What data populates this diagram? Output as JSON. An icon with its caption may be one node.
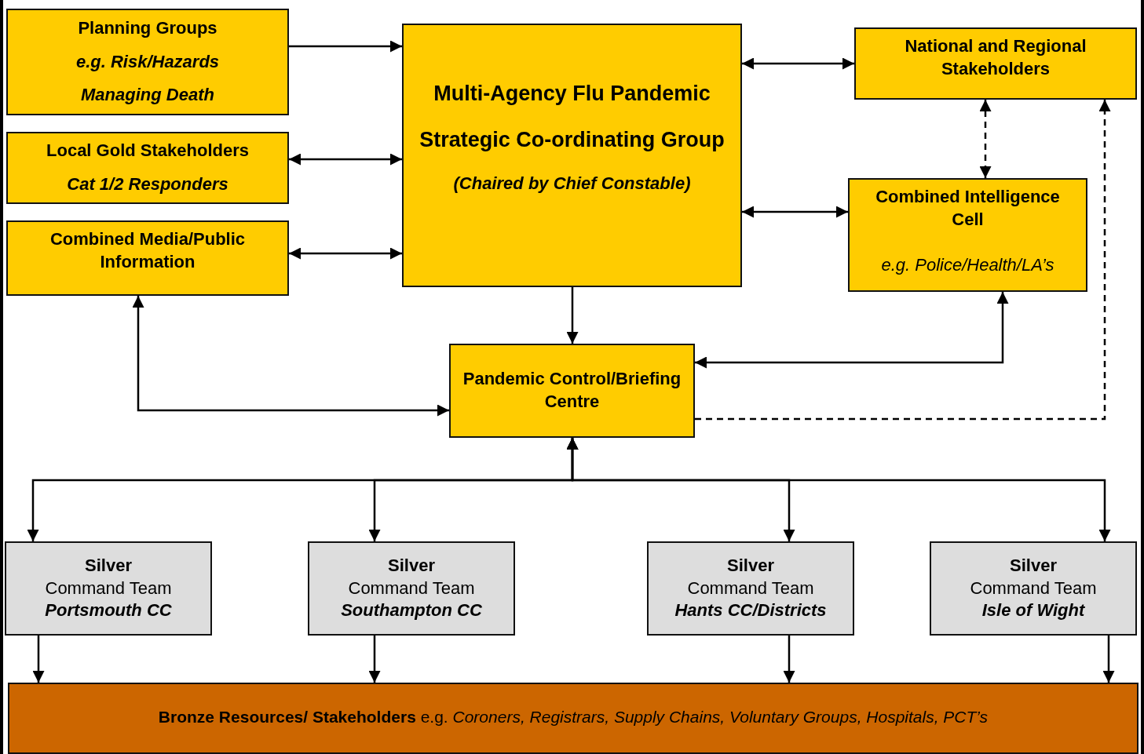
{
  "diagram": {
    "nodes": [
      {
        "text": [
          "Planning Groups",
          "e.g. Risk/Hazards",
          "Managing Death"
        ]
      },
      {
        "text": [
          "Local Gold Stakeholders",
          "Cat 1/2 Responders"
        ]
      },
      {
        "text": [
          "Combined Media/Public Information"
        ]
      },
      {
        "text": [
          "Multi-Agency Flu Pandemic",
          "Strategic Co-ordinating Group",
          "(Chaired by Chief Constable)"
        ]
      },
      {
        "text": [
          "National and Regional Stakeholders"
        ]
      },
      {
        "text": [
          "Combined Intelligence Cell",
          "e.g. Police/Health/LA’s"
        ]
      },
      {
        "text": [
          "Pandemic Control/Briefing Centre"
        ]
      },
      {
        "text": [
          "Silver",
          "Command Team",
          "Portsmouth CC"
        ]
      },
      {
        "text": [
          "Silver",
          "Command Team",
          "Southampton CC"
        ]
      },
      {
        "text": [
          "Silver",
          "Command Team",
          "Hants CC/Districts"
        ]
      },
      {
        "text": [
          "Silver",
          "Command Team",
          "Isle of Wight"
        ]
      },
      {
        "text": [
          "**Bronze Resources/ Stakeholders** e.g. *Coroners, Registrars, Supply Chains, Voluntary Groups, Hospitals, PCT’s*"
        ]
      }
    ],
    "edges": [
      {
        "from": 0,
        "to": 3,
        "arrow": "to"
      },
      {
        "from": 1,
        "to": 3,
        "arrow": "both"
      },
      {
        "from": 2,
        "to": 3,
        "arrow": "both"
      },
      {
        "from": 3,
        "to": 4,
        "arrow": "both"
      },
      {
        "from": 3,
        "to": 5,
        "arrow": "both"
      },
      {
        "from": 4,
        "to": 5,
        "arrow": "both",
        "style": "dashed"
      },
      {
        "from": 3,
        "to": 6,
        "arrow": "to"
      },
      {
        "from": 5,
        "to": 6,
        "arrow": "both"
      },
      {
        "from": 2,
        "to": 6,
        "arrow": "both"
      },
      {
        "from": 6,
        "to": 4,
        "arrow": "to",
        "style": "dashed"
      },
      {
        "from": 6,
        "to": 7,
        "arrow": "both"
      },
      {
        "from": 6,
        "to": 8,
        "arrow": "both"
      },
      {
        "from": 6,
        "to": 9,
        "arrow": "both"
      },
      {
        "from": 6,
        "to": 10,
        "arrow": "both"
      },
      {
        "from": 7,
        "to": 11,
        "arrow": "to"
      },
      {
        "from": 8,
        "to": 11,
        "arrow": "to"
      },
      {
        "from": 9,
        "to": 11,
        "arrow": "to"
      },
      {
        "from": 10,
        "to": 11,
        "arrow": "to"
      }
    ]
  }
}
